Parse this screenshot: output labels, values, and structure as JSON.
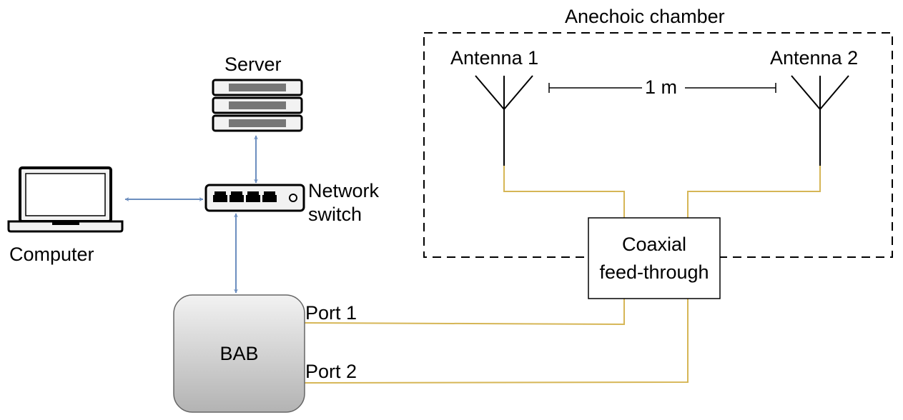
{
  "chamber": {
    "title": "Anechoic chamber"
  },
  "antennas": [
    {
      "label": "Antenna 1"
    },
    {
      "label": "Antenna 2"
    }
  ],
  "distance": {
    "label": "1 m"
  },
  "server": {
    "label": "Server"
  },
  "switch": {
    "label_line1": "Network",
    "label_line2": "switch"
  },
  "computer": {
    "label": "Computer"
  },
  "feedthrough": {
    "label_line1": "Coaxial",
    "label_line2": "feed-through"
  },
  "bab": {
    "label": "BAB"
  },
  "ports": [
    {
      "label": "Port 1"
    },
    {
      "label": "Port 2"
    }
  ],
  "colors": {
    "cable": "#d6b656",
    "link": "#6c8ebf",
    "line": "#000000",
    "bab_top": "#f2f2f2",
    "bab_bottom": "#b3b3b3"
  }
}
